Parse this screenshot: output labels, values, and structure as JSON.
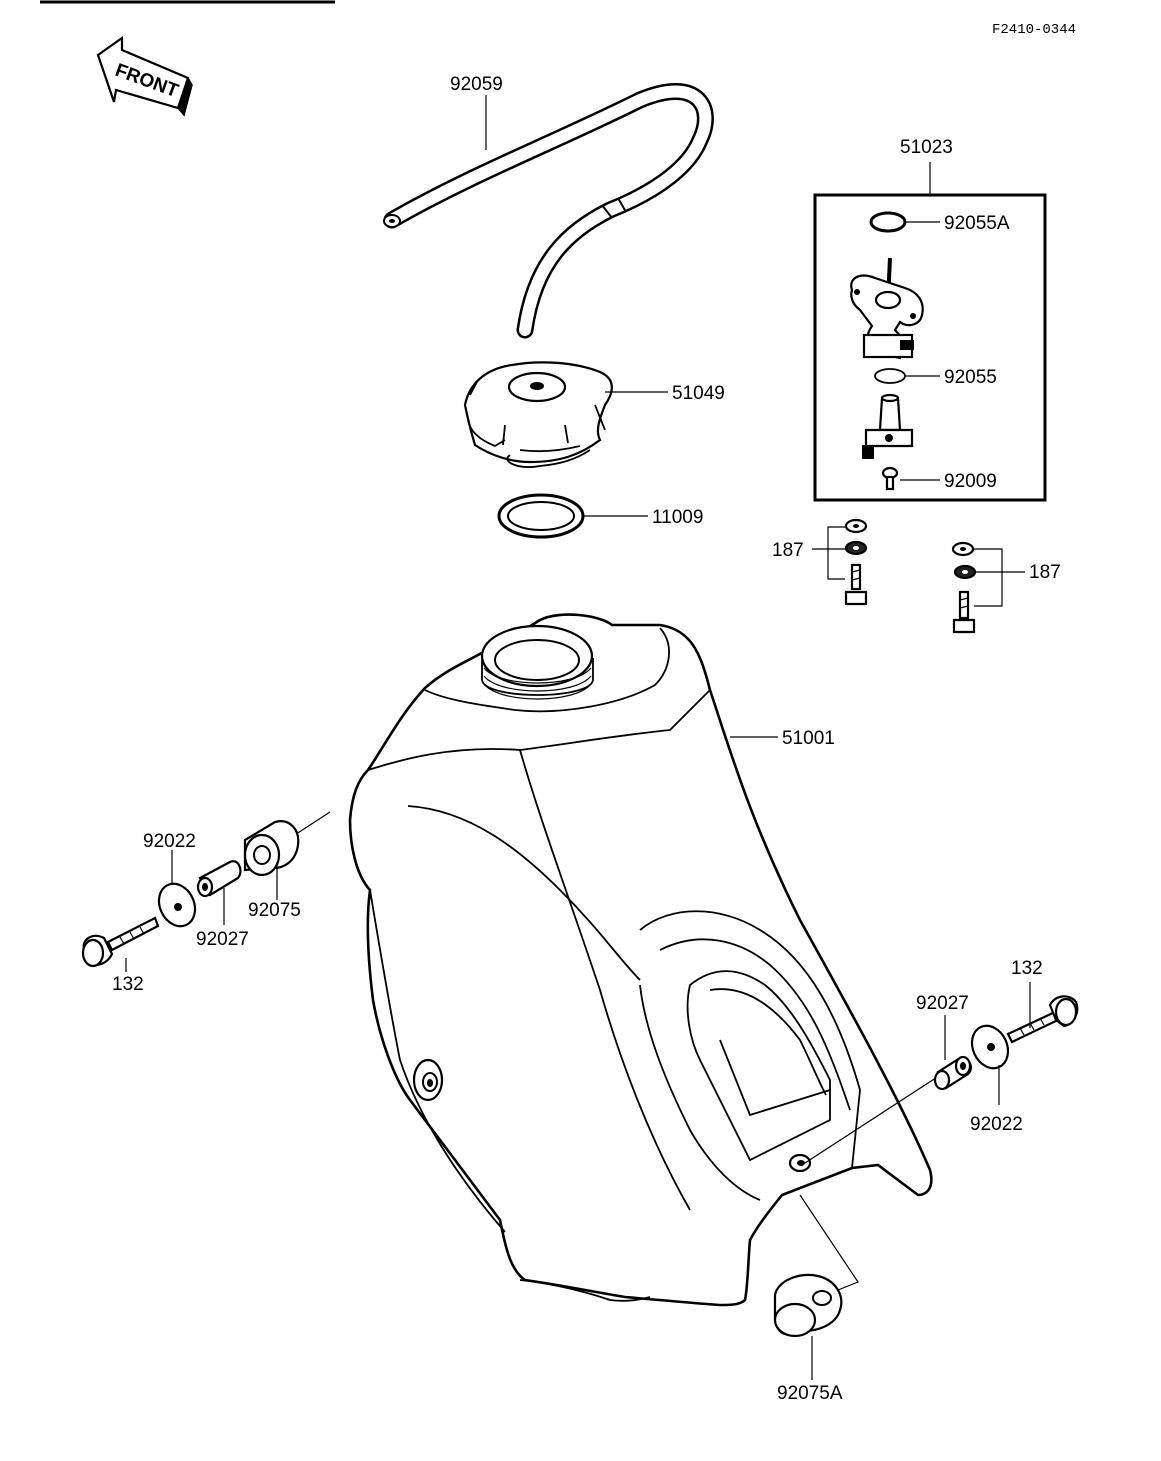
{
  "drawing_code": "F2410-0344",
  "front_label": "FRONT",
  "labels": {
    "fuel_hose": "92059",
    "fuel_cock_assy": "51023",
    "oring_a": "92055A",
    "oring": "92055",
    "screw": "92009",
    "tank_cap": "51049",
    "cap_gasket": "11009",
    "bolt_left": "187",
    "bolt_right": "187",
    "fuel_tank": "51001",
    "damper_left": "92075",
    "collar_left": "92027",
    "washer_left": "92022",
    "flange_bolt_left": "132",
    "flange_bolt_right": "132",
    "collar_right": "92027",
    "washer_right": "92022",
    "damper_rear": "92075A"
  }
}
